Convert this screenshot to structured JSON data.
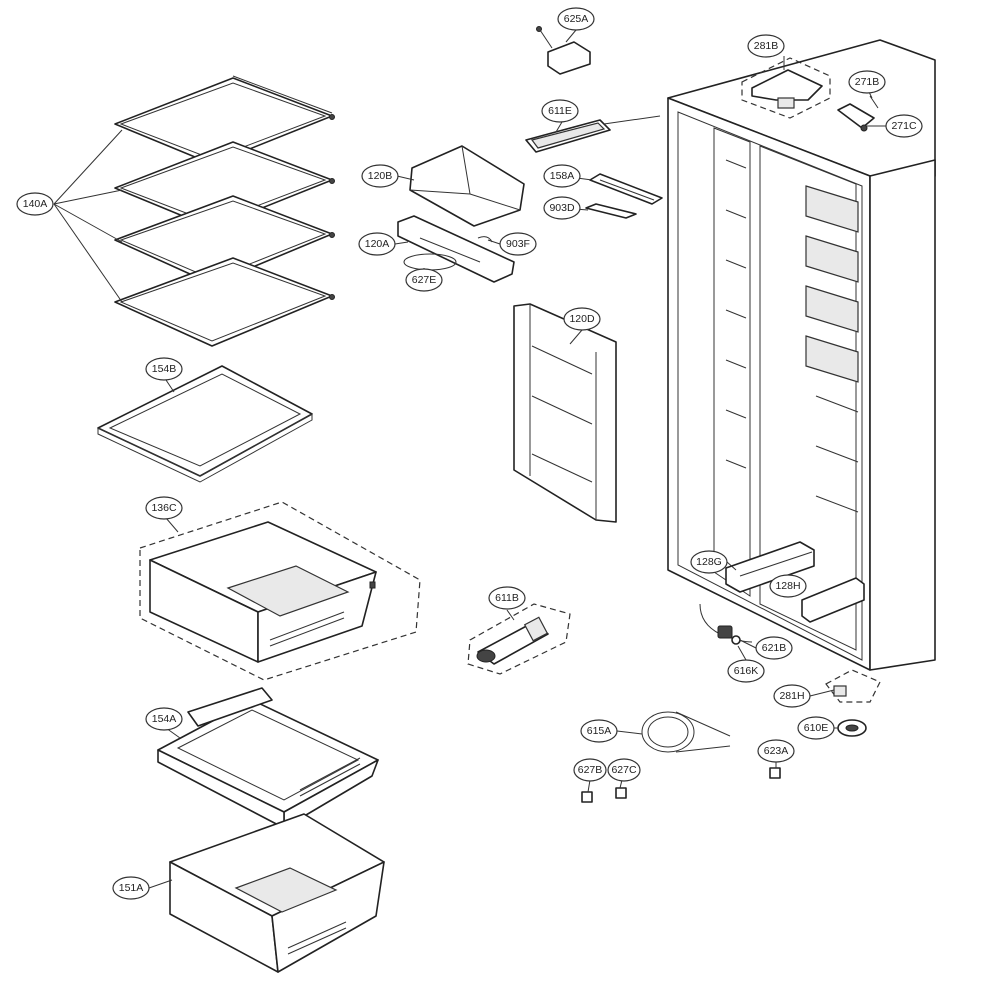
{
  "callouts": [
    {
      "id": "625A",
      "label": "625A"
    },
    {
      "id": "281B",
      "label": "281B"
    },
    {
      "id": "271B",
      "label": "271B"
    },
    {
      "id": "271C",
      "label": "271C"
    },
    {
      "id": "611E",
      "label": "611E"
    },
    {
      "id": "120B",
      "label": "120B"
    },
    {
      "id": "158A",
      "label": "158A"
    },
    {
      "id": "903D",
      "label": "903D"
    },
    {
      "id": "120A",
      "label": "120A"
    },
    {
      "id": "903F",
      "label": "903F"
    },
    {
      "id": "627E",
      "label": "627E"
    },
    {
      "id": "140A",
      "label": "140A"
    },
    {
      "id": "120D",
      "label": "120D"
    },
    {
      "id": "154B",
      "label": "154B"
    },
    {
      "id": "136C",
      "label": "136C"
    },
    {
      "id": "128G",
      "label": "128G"
    },
    {
      "id": "128H",
      "label": "128H"
    },
    {
      "id": "611B",
      "label": "611B"
    },
    {
      "id": "621B",
      "label": "621B"
    },
    {
      "id": "616K",
      "label": "616K"
    },
    {
      "id": "281H",
      "label": "281H"
    },
    {
      "id": "610E",
      "label": "610E"
    },
    {
      "id": "154A",
      "label": "154A"
    },
    {
      "id": "615A",
      "label": "615A"
    },
    {
      "id": "623A",
      "label": "623A"
    },
    {
      "id": "627B",
      "label": "627B"
    },
    {
      "id": "627C",
      "label": "627C"
    },
    {
      "id": "151A",
      "label": "151A"
    }
  ]
}
